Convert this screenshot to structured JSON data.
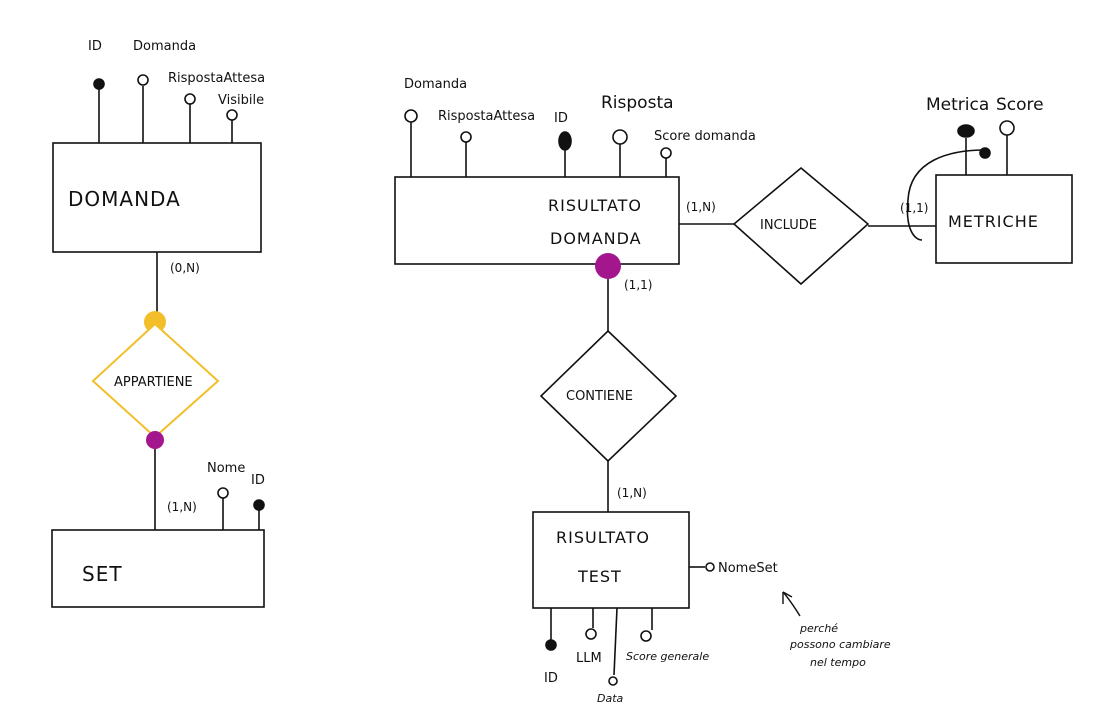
{
  "entities": {
    "domanda": "DOMANDA",
    "set": "SET",
    "risultato_domanda": [
      "RISULTATO",
      "DOMANDA"
    ],
    "metriche": "METRICHE",
    "risultato_test": [
      "RISULTATO",
      "TEST"
    ]
  },
  "relationships": {
    "appartiene": "APPARTIENE",
    "include": "INCLUDE",
    "contiene": "CONTIENE"
  },
  "cardinalities": {
    "domanda_appartiene": "(0,N)",
    "set_appartiene": "(1,N)",
    "risdom_include": "(1,N)",
    "metriche_include": "(1,1)",
    "risdom_contiene": "(1,1)",
    "ristest_contiene": "(1,N)"
  },
  "attributes": {
    "domanda": [
      "ID",
      "Domanda",
      "RispostaAttesa",
      "Visibile"
    ],
    "set": [
      "Nome",
      "ID"
    ],
    "risultato_domanda": [
      "Domanda",
      "RispostaAttesa",
      "ID",
      "Risposta",
      "Score domanda"
    ],
    "metriche": [
      "Metrica",
      "Score"
    ],
    "risultato_test": [
      "ID",
      "LLM",
      "Data",
      "Score generale",
      "NomeSet"
    ]
  },
  "note": [
    "perché",
    "possono cambiare",
    "nel tempo"
  ],
  "colors": {
    "ink": "#111111",
    "relationship_highlight": "#f2bf2a",
    "participation_mandatory": "#a3168d",
    "participation_optional": "#f2bf2a"
  }
}
